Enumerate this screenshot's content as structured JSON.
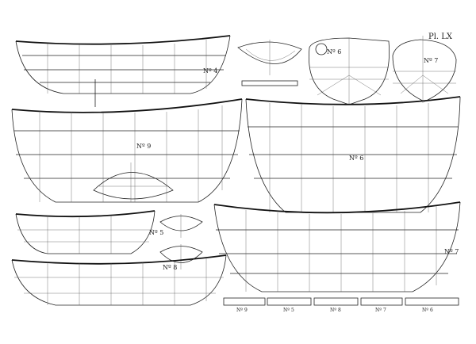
{
  "plate": {
    "title": "Pl. LX"
  },
  "labels": {
    "hull_4": "Nº 4",
    "body_6": "Nº 6",
    "body_7": "Nº 7",
    "hull_9": "Nº 9",
    "hull_6": "Nº 6",
    "hull_5": "Nº 5",
    "body_8": "Nº 8",
    "hull_7": "Nº 7"
  },
  "scales": [
    "Nº 9",
    "Nº 5",
    "Nº 8",
    "Nº 7",
    "Nº 6"
  ]
}
